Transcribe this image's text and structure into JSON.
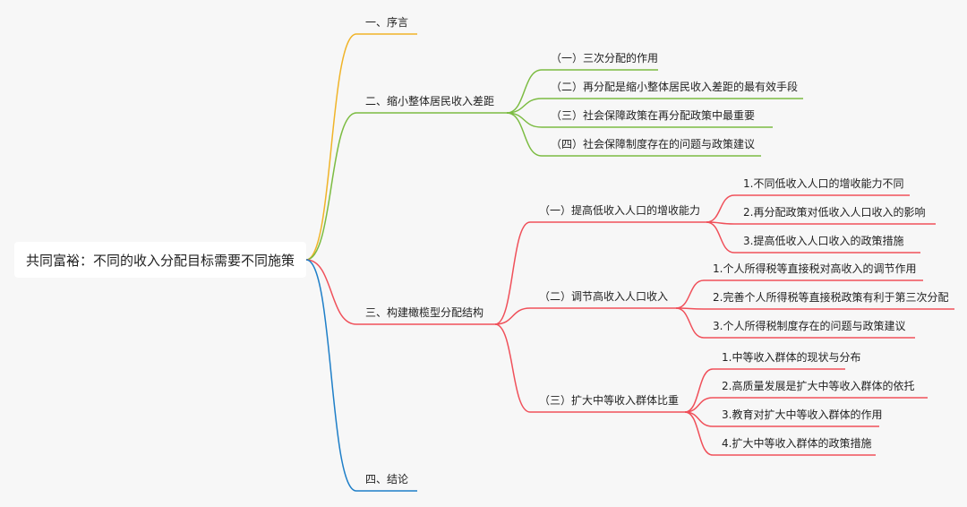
{
  "root": {
    "label": "共同富裕：不同的收入分配目标需要不同施策"
  },
  "branches": [
    {
      "label": "一、序言",
      "color": "#f0b429",
      "children": []
    },
    {
      "label": "二、缩小整体居民收入差距",
      "color": "#7cbc42",
      "children": [
        {
          "label": "（一）三次分配的作用",
          "children": []
        },
        {
          "label": "（二）再分配是缩小整体居民收入差距的最有效手段",
          "children": []
        },
        {
          "label": "（三）社会保障政策在再分配政策中最重要",
          "children": []
        },
        {
          "label": "（四）社会保障制度存在的问题与政策建议",
          "children": []
        }
      ]
    },
    {
      "label": "三、构建橄榄型分配结构",
      "color": "#f0505a",
      "children": [
        {
          "label": "（一）提高低收入人口的增收能力",
          "children": [
            "1.不同低收入人口的增收能力不同",
            "2.再分配政策对低收入人口收入的影响",
            "3.提高低收入人口收入的政策措施"
          ]
        },
        {
          "label": "（二）调节高收入人口收入",
          "children": [
            "1.个人所得税等直接税对高收入的调节作用",
            "2.完善个人所得税等直接税政策有利于第三次分配",
            "3.个人所得税制度存在的问题与政策建议"
          ]
        },
        {
          "label": "（三）扩大中等收入群体比重",
          "children": [
            "1.中等收入群体的现状与分布",
            "2.高质量发展是扩大中等收入群体的依托",
            "3.教育对扩大中等收入群体的作用",
            "4.扩大中等收入群体的政策措施"
          ]
        }
      ]
    },
    {
      "label": "四、结论",
      "color": "#1f7fc8",
      "children": []
    }
  ]
}
